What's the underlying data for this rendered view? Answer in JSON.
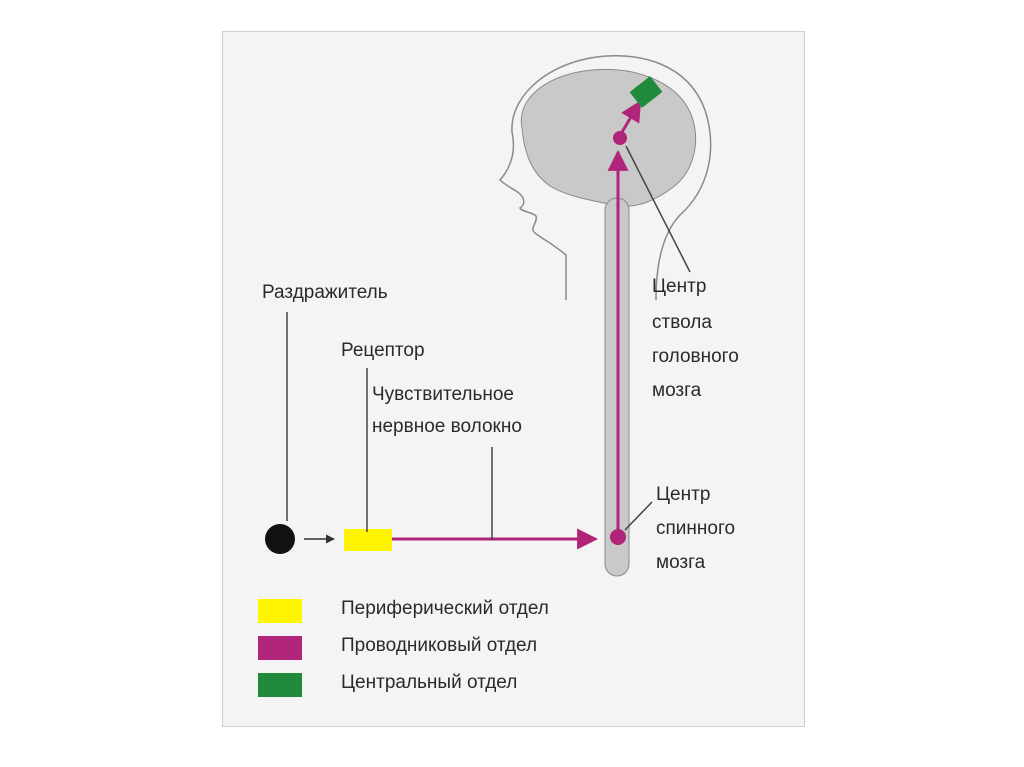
{
  "labels": {
    "stimulus": "Раздражитель",
    "receptor": "Рецептор",
    "sensory_fiber_line1": "Чувствительное",
    "sensory_fiber_line2": "нервное волокно",
    "brainstem_center_lines": [
      "Центр",
      "ствола",
      "головного",
      "мозга"
    ],
    "spinal_center_lines": [
      "Центр",
      "спинного",
      "мозга"
    ]
  },
  "legend": [
    {
      "label": "Периферический отдел",
      "color": "#fff500"
    },
    {
      "label": "Проводниковый отдел",
      "color": "#b0257a"
    },
    {
      "label": "Центральный отдел",
      "color": "#1f8a3c"
    }
  ],
  "colors": {
    "brain": "#c9c9c9",
    "spinal_cord": "#c9c9c9",
    "conductor": "#b0257a",
    "stimulus_dot": "#111111",
    "outline": "#8a8a8a"
  }
}
